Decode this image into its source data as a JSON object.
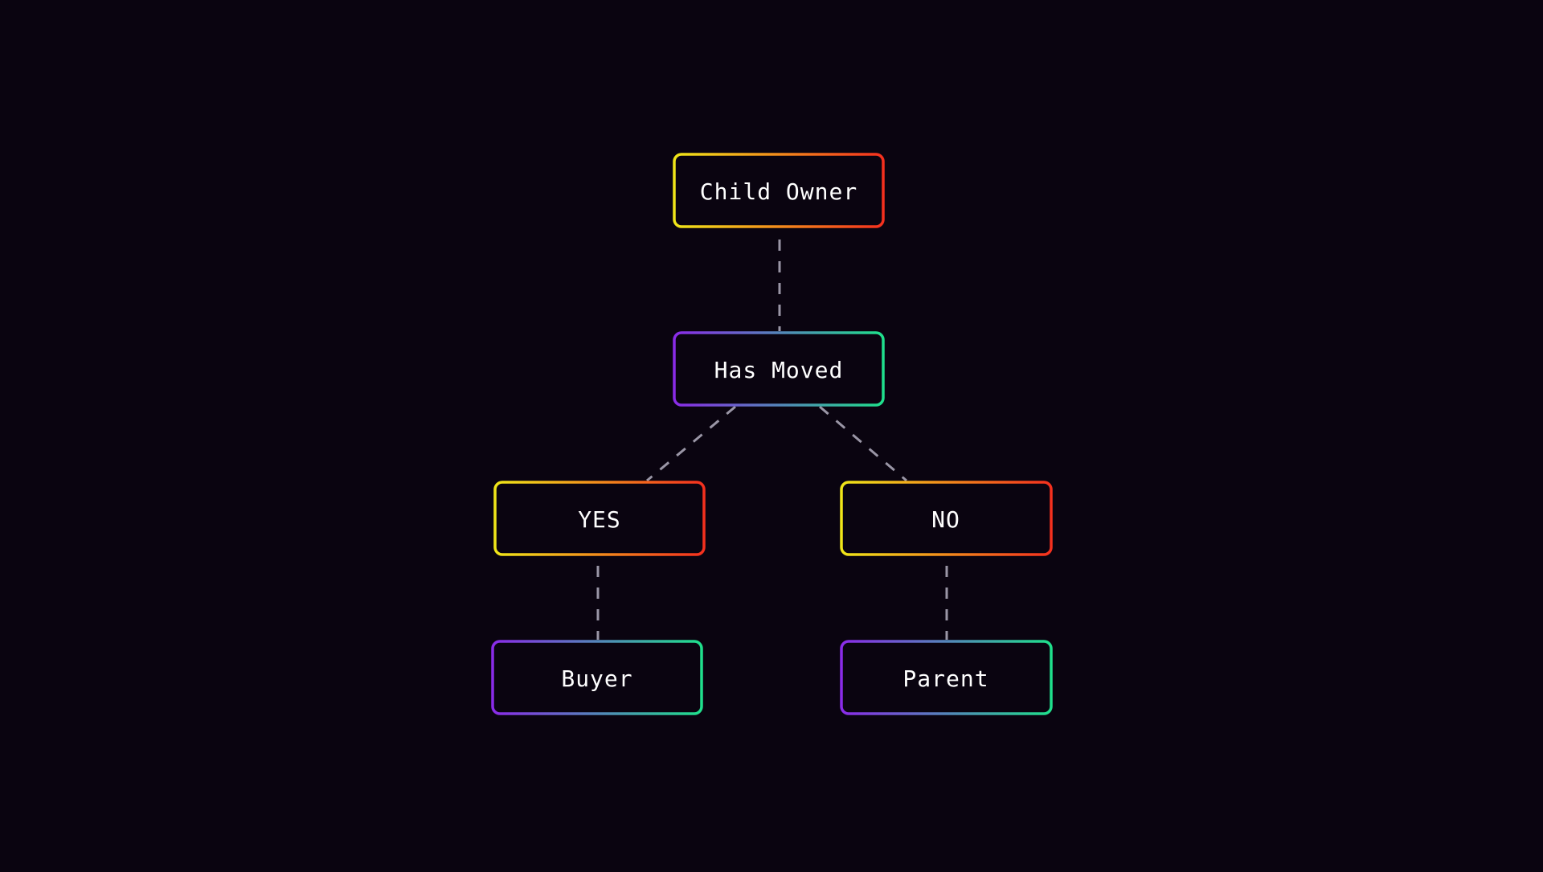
{
  "diagram": {
    "nodes": {
      "child_owner": {
        "label": "Child Owner",
        "gradient": "warm"
      },
      "has_moved": {
        "label": "Has Moved",
        "gradient": "cool"
      },
      "yes": {
        "label": "YES",
        "gradient": "warm"
      },
      "no": {
        "label": "NO",
        "gradient": "warm"
      },
      "buyer": {
        "label": "Buyer",
        "gradient": "cool"
      },
      "parent": {
        "label": "Parent",
        "gradient": "cool"
      }
    },
    "edges": [
      {
        "from": "child_owner",
        "to": "has_moved",
        "style": "dashed"
      },
      {
        "from": "has_moved",
        "to": "yes",
        "style": "dashed"
      },
      {
        "from": "has_moved",
        "to": "no",
        "style": "dashed"
      },
      {
        "from": "yes",
        "to": "buyer",
        "style": "dashed"
      },
      {
        "from": "no",
        "to": "parent",
        "style": "dashed"
      }
    ]
  },
  "colors": {
    "background": "#0a0410",
    "text": "#ffffff",
    "connector": "#9a96a6",
    "warm_start": "#f0e619",
    "warm_end": "#f5301e",
    "cool_start": "#8a2be8",
    "cool_end": "#1fe08c"
  }
}
